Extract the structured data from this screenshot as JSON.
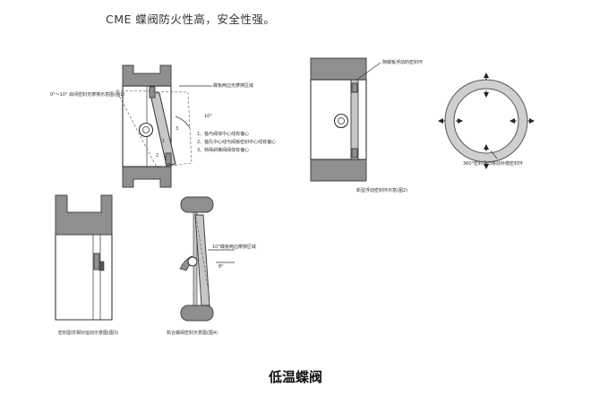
{
  "header": {
    "text": "CME 蝶阀防火性高，安全性强。"
  },
  "views": {
    "eccentric": {
      "angle_label": "0°～10° 启闭密封无摩擦示意图(图1)",
      "zone_label": "蝶板两边无摩擦区域",
      "angle_value": "10°",
      "num1": "1",
      "num2": "2",
      "num3": "3",
      "note1": "1、轴与阀体中心线有偏心",
      "note2": "2、轴孔中心线与阀板密封中心线有偏心",
      "note3": "3、特殊斜锥阀阀体有偏心"
    },
    "floating_seal": {
      "seal_label": "随蝶板浮动的密封环",
      "caption": "新型浮动密封环示意(图2)",
      "ring_label": "360°密封径向移动补偿密封环"
    },
    "seat": {
      "caption": "密封副非相对运动示意图(图3)"
    },
    "fire": {
      "zone_label": "10°蝶板两边摩擦区域",
      "angle_value": "8°",
      "caption": "钨合蝶阀密封示意图(图4)"
    }
  },
  "footer": {
    "title": "低温蝶阀"
  }
}
